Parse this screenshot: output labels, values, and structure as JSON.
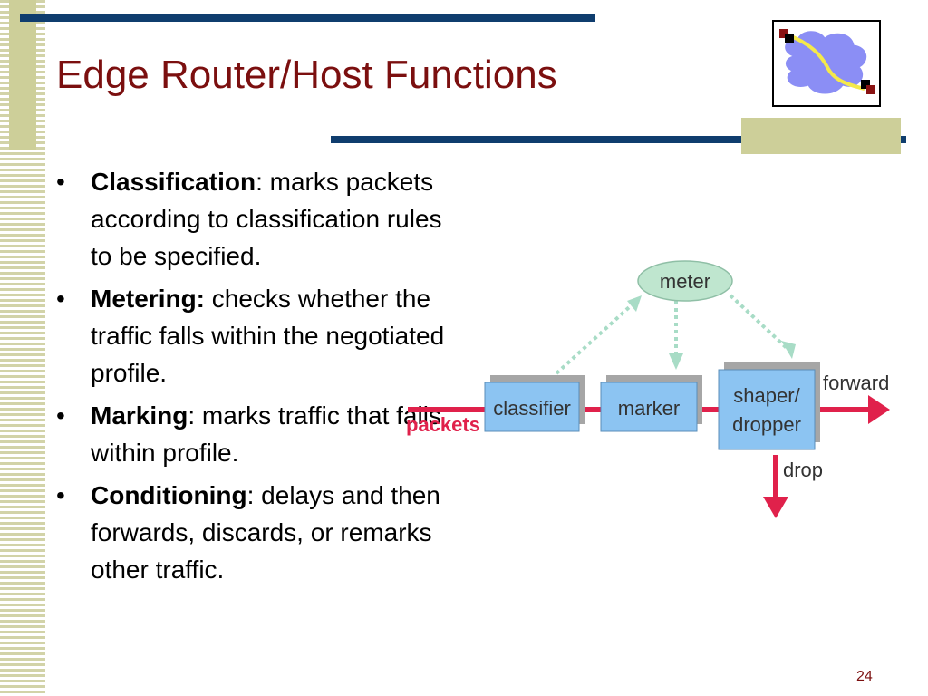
{
  "slide": {
    "title": "Edge Router/Host Functions",
    "page_number": "24"
  },
  "bullets": [
    {
      "term": "Classification",
      "sep": ": ",
      "text": "marks packets according to classification rules to be specified."
    },
    {
      "term": "Metering:",
      "sep": " ",
      "text": "checks whether the traffic falls within the negotiated profile."
    },
    {
      "term": "Marking",
      "sep": ": ",
      "text": "marks traffic that falls within profile."
    },
    {
      "term": "Conditioning",
      "sep": ": ",
      "text": "delays and then forwards, discards, or remarks other traffic."
    }
  ],
  "diagram": {
    "meter_label": "meter",
    "classifier_label": "classifier",
    "marker_label": "marker",
    "shaper_label_line1": "shaper/",
    "shaper_label_line2": "dropper",
    "forward_label": "forward",
    "packets_label": "packets",
    "drop_label": "drop"
  },
  "colors": {
    "title": "#7b0f0f",
    "rule": "#0f3d6e",
    "box_fill": "#8cc4f2",
    "meter_fill": "#bfe6cf",
    "flow_arrow": "#e0214b",
    "dotted_arrow": "#a8dcc6"
  },
  "icons": {
    "logo": "network-cloud-icon"
  }
}
